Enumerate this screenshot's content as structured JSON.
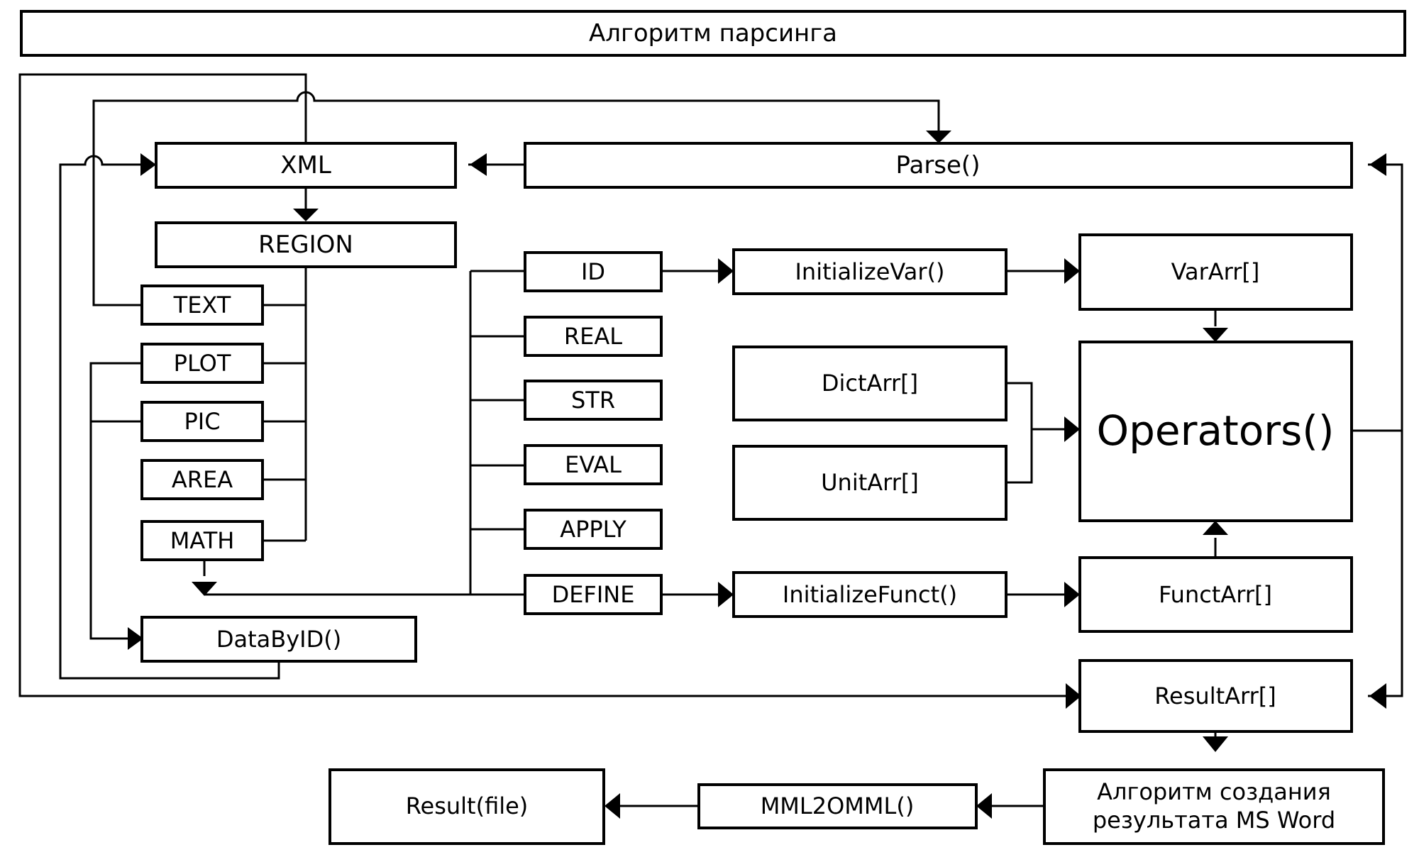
{
  "title": "Алгоритм парсинга",
  "nodes": {
    "xml": "XML",
    "parse": "Parse()",
    "region": "REGION",
    "text": "TEXT",
    "plot": "PLOT",
    "pic": "PIC",
    "area": "AREA",
    "math": "MATH",
    "databyid": "DataByID()",
    "id": "ID",
    "real": "REAL",
    "str": "STR",
    "eval": "EVAL",
    "apply": "APPLY",
    "define": "DEFINE",
    "initializevar": "InitializeVar()",
    "initializefunct": "InitializeFunct()",
    "dictarr": "DictArr[]",
    "unitarr": "UnitArr[]",
    "vararr": "VarArr[]",
    "operators": "Operators()",
    "functarr": "FunctArr[]",
    "resultarr": "ResultArr[]",
    "word_line1": "Алгоритм создания",
    "word_line2": "результата MS Word",
    "mml2omml": "MML2OMML()",
    "resultfile": "Result(file)"
  }
}
